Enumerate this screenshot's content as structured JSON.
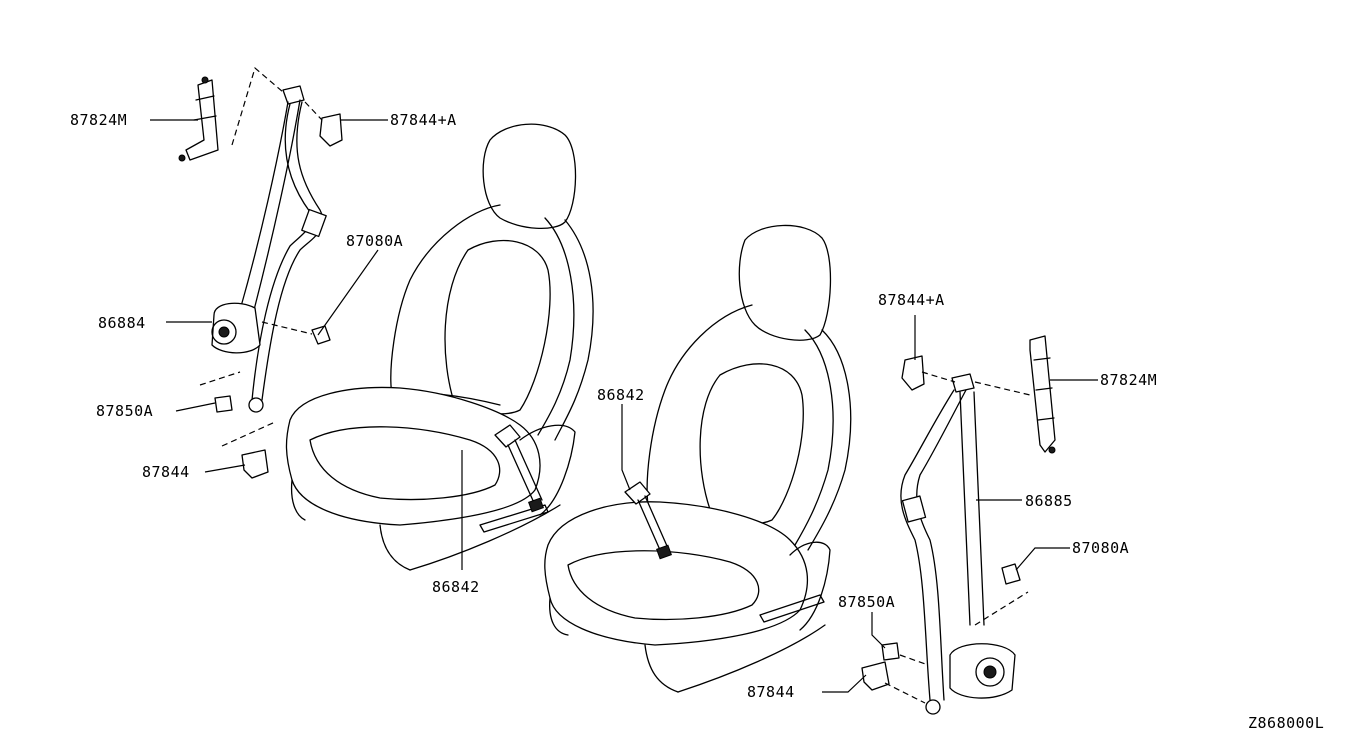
{
  "labels": {
    "retractor_right_front": "86884",
    "retractor_left_front": "86885",
    "buckle_upper": "86842",
    "buckle_lower": "86842",
    "adjuster_left": "87824M",
    "adjuster_right": "87824M",
    "cover_upper_left": "87844+A",
    "cover_upper_right": "87844+A",
    "cover_lower_left": "87844",
    "cover_lower_right": "87844",
    "bolt_left": "87080A",
    "bolt_right": "87080A",
    "nut_left": "87850A",
    "nut_right": "87850A"
  },
  "figure_code": "Z868000L"
}
